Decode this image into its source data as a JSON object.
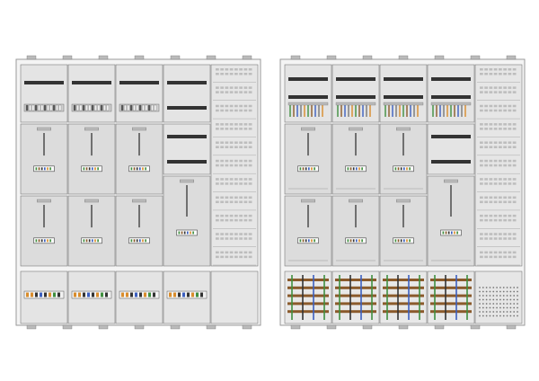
{
  "figure": {
    "description_visible_text": [],
    "panels": [
      {
        "id": "closed-view",
        "columns": 5,
        "top_row": [
          "terminal-strip",
          "terminal-strip",
          "terminal-strip",
          "terminal-strip-split",
          "ventilated-column"
        ],
        "meter_rows": 2,
        "bottom_row": [
          "distribution-strip",
          "distribution-strip",
          "distribution-strip",
          "distribution-strip",
          "blank"
        ]
      },
      {
        "id": "open-view",
        "columns": 5,
        "top_row": [
          "busbar",
          "busbar",
          "busbar",
          "busbar",
          "ventilated-column"
        ],
        "meter_rows": 2,
        "bottom_row": [
          "wiring-field",
          "wiring-field",
          "wiring-field",
          "wiring-field",
          "perforated-panel"
        ]
      }
    ]
  },
  "colors": {
    "frame": "#9a9a9a",
    "panel_fill": "#ececec",
    "module_fill": "#dcdcdc",
    "dark_bar": "#333333",
    "wire_green": "#3f8f3f",
    "wire_brown": "#8a5a2b",
    "wire_blue": "#3b5fbf",
    "terminal_orange": "#d98c2b"
  }
}
